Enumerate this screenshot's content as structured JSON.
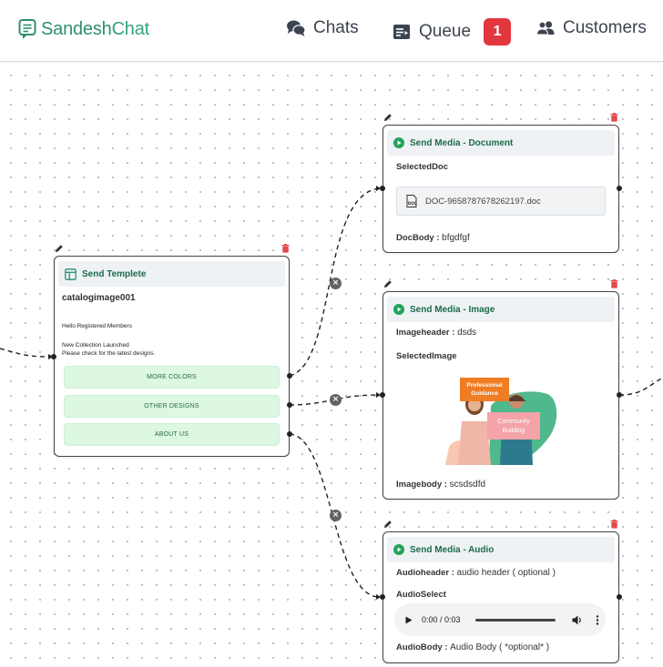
{
  "header": {
    "logo_text_a": "Sandesh",
    "logo_text_b": "Chat",
    "nav": {
      "chats": "Chats",
      "queue": "Queue",
      "queue_badge": "1",
      "customers": "Customers"
    }
  },
  "colors": {
    "brand": "#2f8f6f",
    "badge": "#e2373f",
    "button_bg": "#dcf7e2",
    "node_header_bg": "#eef2f5"
  },
  "nodes": {
    "template": {
      "title": "Send Templete",
      "name": "catalogimage001",
      "greeting": "Hello Registered Members",
      "body_line1": "New Collection Launched",
      "body_line2": "Please check for the latest designs.",
      "buttons": [
        "MORE COLORS",
        "OTHER DESIGNS",
        "ABOUT US"
      ]
    },
    "document": {
      "title": "Send Media - Document",
      "selected_label": "SelectedDoc",
      "file_name": "DOC-96587876782621​97.doc",
      "body_label": "DocBody :",
      "body_value": "bfgdfgf"
    },
    "image": {
      "title": "Send Media - Image",
      "header_label": "Imageheader :",
      "header_value": "dsds",
      "selected_label": "SelectedImage",
      "image_caption_1": "Professional\nGuidance",
      "image_caption_2": "Community\nBuilding",
      "body_label": "Imagebody :",
      "body_value": "scsdsdfd"
    },
    "audio": {
      "title": "Send Media - Audio",
      "header_label": "Audioheader :",
      "header_value": "audio header ( optional )",
      "select_label": "AudioSelect",
      "time": "0:00 / 0:03",
      "body_label": "AudioBody :",
      "body_value": "Audio Body ( *optional* )"
    }
  }
}
